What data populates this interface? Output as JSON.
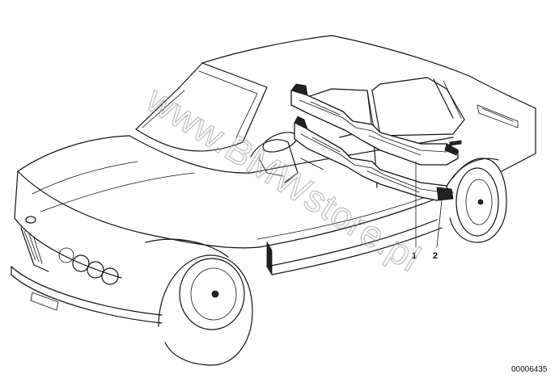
{
  "diagram": {
    "callouts": [
      {
        "number": "1",
        "part": "upper-trim-rail"
      },
      {
        "number": "2",
        "part": "lower-trim-rail"
      }
    ],
    "watermark": "www.BMWstore.pl",
    "reference_code": "00006435"
  }
}
